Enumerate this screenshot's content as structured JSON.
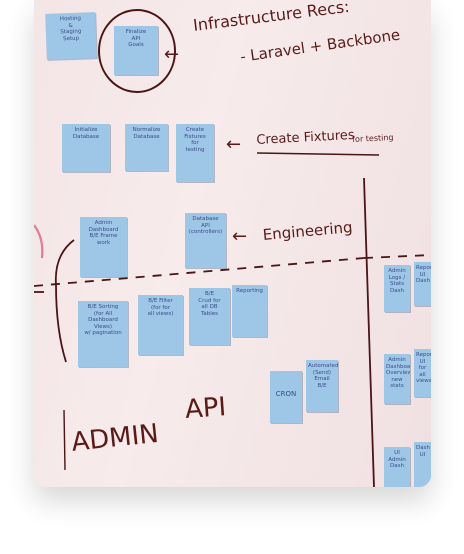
{
  "board": {
    "notes": [
      {
        "id": "hosting",
        "text": "Hosting\n&\nStaging\nSetup"
      },
      {
        "id": "finalize",
        "text": "Finalize\nAPI\nGoals"
      },
      {
        "id": "initialize",
        "text": "Initialize\nDatabase"
      },
      {
        "id": "normalize",
        "text": "Normalize\nDatabase"
      },
      {
        "id": "create",
        "text": "Create\nFixtures\nfor\ntesting"
      },
      {
        "id": "admin_dash",
        "text": "Admin\nDashboard\nB/E Frame\nwork"
      },
      {
        "id": "database_api",
        "text": "Database\nAPI\n(controllers)"
      },
      {
        "id": "be_sorting",
        "text": "B/E Sorting\n(for All\nDashboard\nViews)\nw/ pagination"
      },
      {
        "id": "be_filter",
        "text": "B/E Filter\n(for for\nall views)"
      },
      {
        "id": "be_crud",
        "text": "B/E\nCrud for\nall DB\nTables"
      },
      {
        "id": "reporting",
        "text": "Reporting"
      },
      {
        "id": "cron",
        "text": "CRON"
      },
      {
        "id": "automated",
        "text": "Automated\n(Send)\nEmail\nB/E"
      },
      {
        "id": "right1",
        "text": "Admin\nLogs /\nStats Dash"
      },
      {
        "id": "right2",
        "text": "Reporting\nUI\nDash"
      },
      {
        "id": "right3",
        "text": "Admin\nDashboard\nOverview\nnew stats"
      },
      {
        "id": "right4",
        "text": "Reporting\nUI\nfor all\nviews"
      },
      {
        "id": "right5",
        "text": "UI\nAdmin\nDash"
      },
      {
        "id": "right6",
        "text": "Dash\nUI"
      }
    ],
    "labels": {
      "infra_title": "Infrastructure Recs:",
      "infra_sub": "- Laravel + Backbone",
      "create_fixtures": "Create Fixtures",
      "for_testing": "for testing",
      "engineering": "Engineering",
      "admin_api": "ADMIN API",
      "admin": "ADMIN",
      "api": "API"
    }
  }
}
